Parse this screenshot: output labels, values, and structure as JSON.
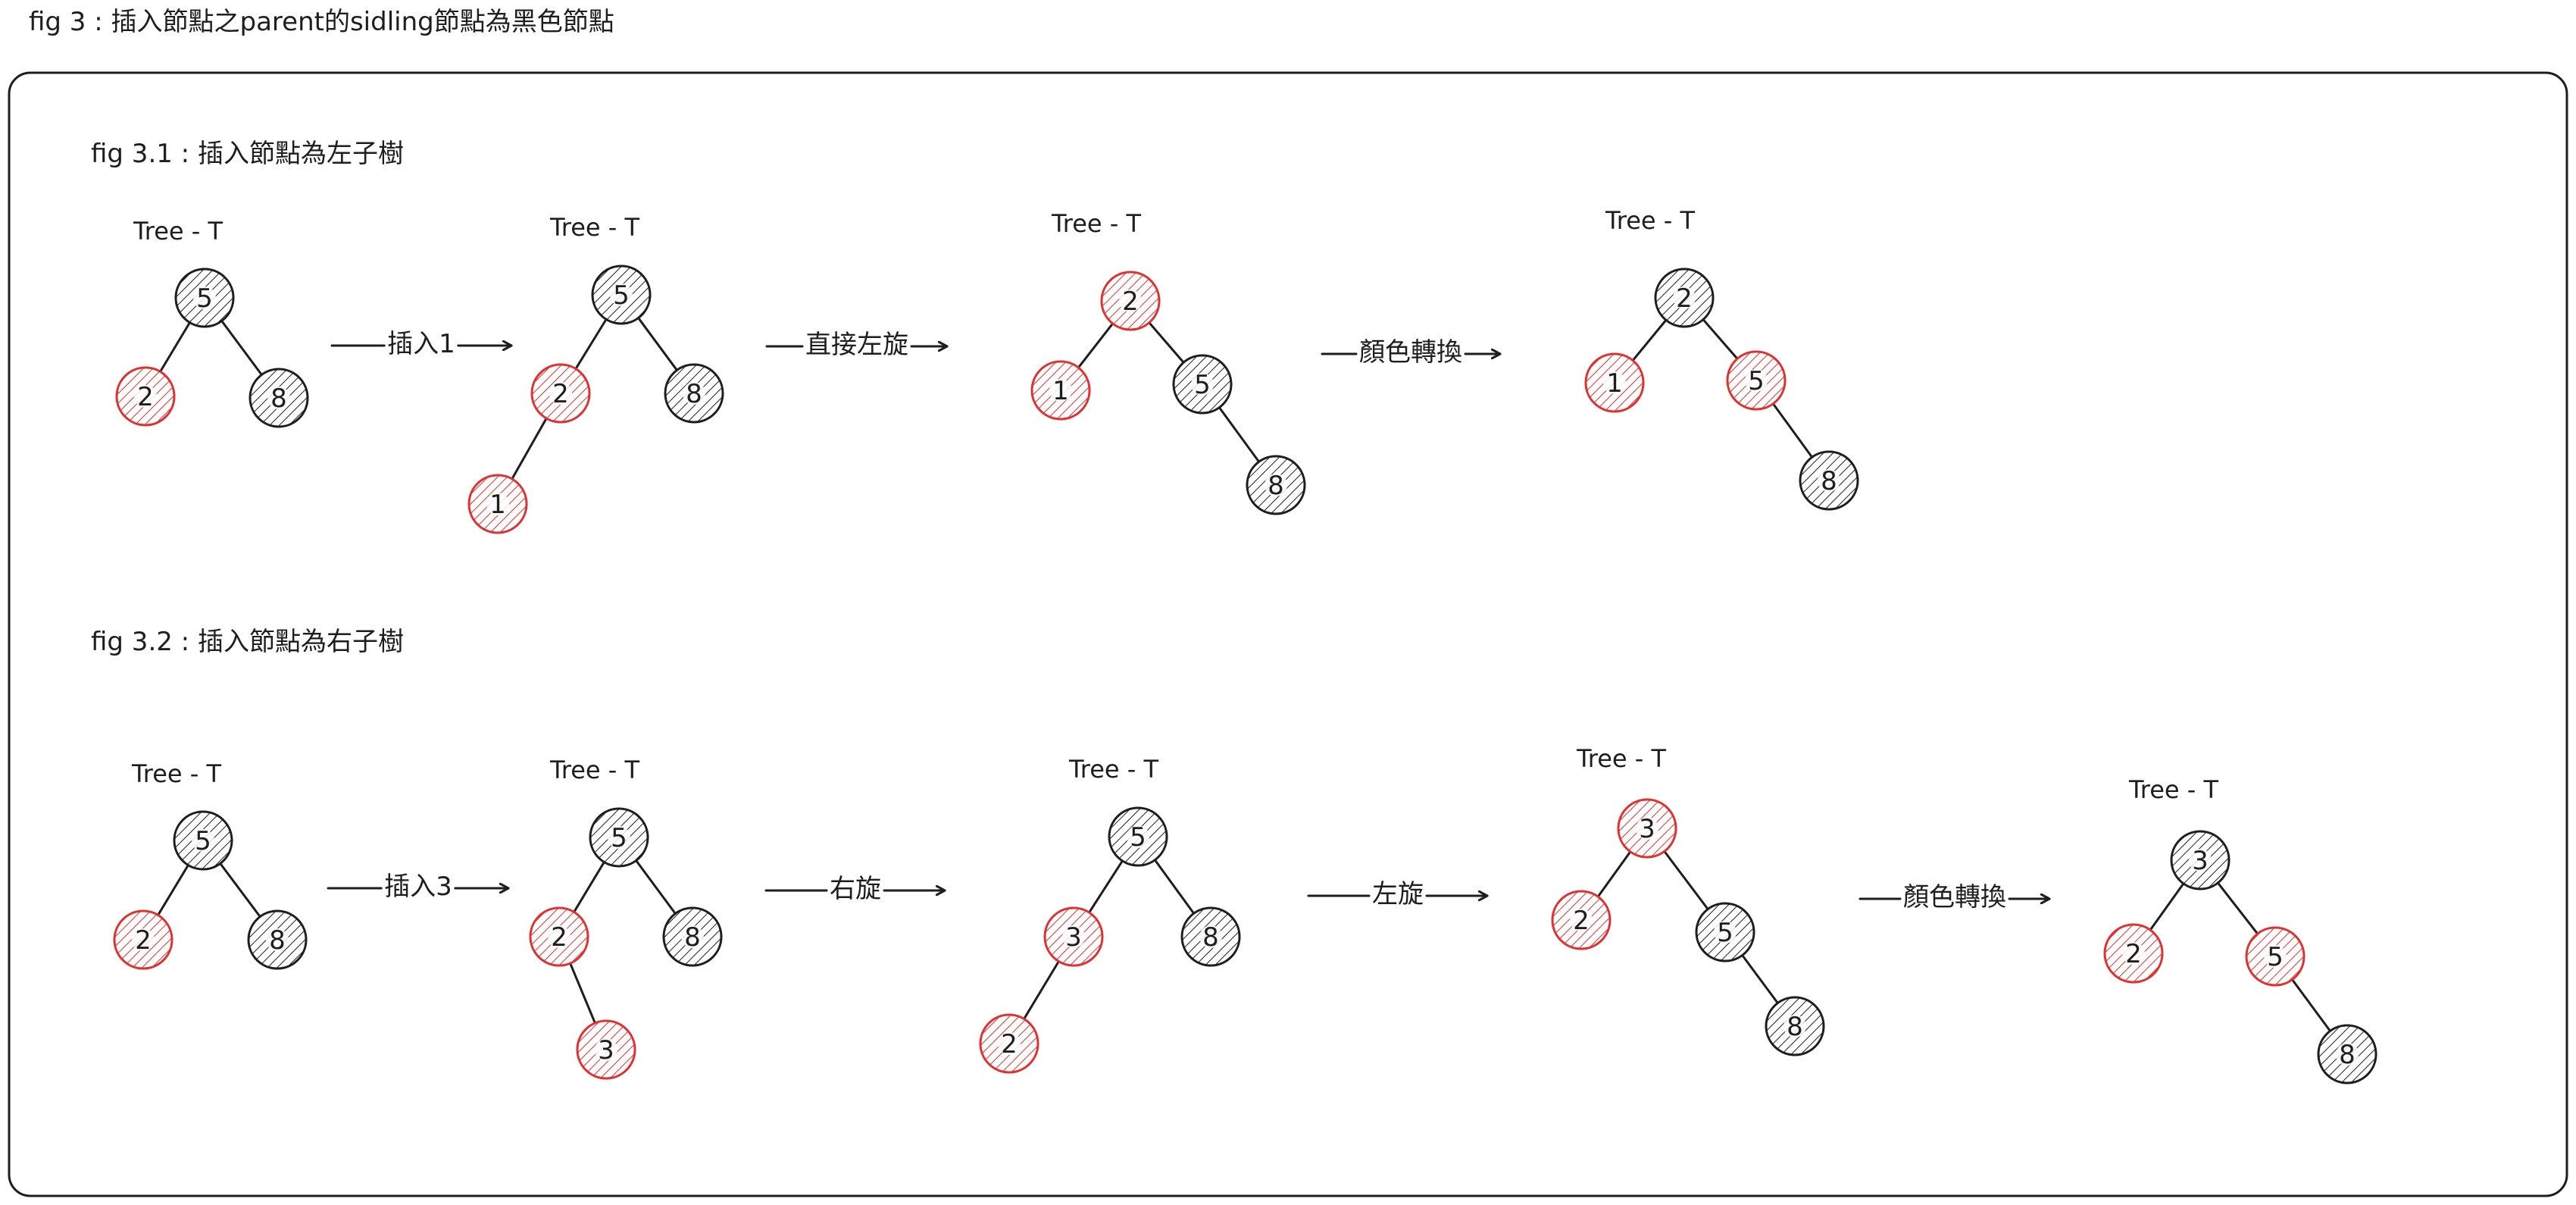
{
  "main_title": "fig 3 : 插入節點之parent的sidling節點為黑色節點",
  "colors": {
    "red": "#e03131",
    "black": "#1e1e1e",
    "background": "#ffffff"
  },
  "sections": [
    {
      "title": "fig 3.1 : 插入節點為左子樹",
      "stages": [
        {
          "tree_label": "Tree - T",
          "nodes": [
            {
              "value": "5",
              "color": "black"
            },
            {
              "value": "2",
              "color": "red"
            },
            {
              "value": "8",
              "color": "black"
            }
          ]
        },
        {
          "tree_label": "Tree - T",
          "nodes": [
            {
              "value": "5",
              "color": "black"
            },
            {
              "value": "2",
              "color": "red"
            },
            {
              "value": "8",
              "color": "black"
            },
            {
              "value": "1",
              "color": "red"
            }
          ]
        },
        {
          "tree_label": "Tree - T",
          "nodes": [
            {
              "value": "2",
              "color": "red"
            },
            {
              "value": "1",
              "color": "red"
            },
            {
              "value": "5",
              "color": "black"
            },
            {
              "value": "8",
              "color": "black"
            }
          ]
        },
        {
          "tree_label": "Tree - T",
          "nodes": [
            {
              "value": "2",
              "color": "black"
            },
            {
              "value": "1",
              "color": "red"
            },
            {
              "value": "5",
              "color": "red"
            },
            {
              "value": "8",
              "color": "black"
            }
          ]
        }
      ],
      "arrows": [
        "插入1",
        "直接左旋",
        "顏色轉換"
      ]
    },
    {
      "title": "fig 3.2 : 插入節點為右子樹",
      "stages": [
        {
          "tree_label": "Tree - T",
          "nodes": [
            {
              "value": "5",
              "color": "black"
            },
            {
              "value": "2",
              "color": "red"
            },
            {
              "value": "8",
              "color": "black"
            }
          ]
        },
        {
          "tree_label": "Tree - T",
          "nodes": [
            {
              "value": "5",
              "color": "black"
            },
            {
              "value": "2",
              "color": "red"
            },
            {
              "value": "8",
              "color": "black"
            },
            {
              "value": "3",
              "color": "red"
            }
          ]
        },
        {
          "tree_label": "Tree - T",
          "nodes": [
            {
              "value": "5",
              "color": "black"
            },
            {
              "value": "3",
              "color": "red"
            },
            {
              "value": "8",
              "color": "black"
            },
            {
              "value": "2",
              "color": "red"
            }
          ]
        },
        {
          "tree_label": "Tree - T",
          "nodes": [
            {
              "value": "3",
              "color": "red"
            },
            {
              "value": "2",
              "color": "red"
            },
            {
              "value": "5",
              "color": "black"
            },
            {
              "value": "8",
              "color": "black"
            }
          ]
        },
        {
          "tree_label": "Tree - T",
          "nodes": [
            {
              "value": "3",
              "color": "black"
            },
            {
              "value": "2",
              "color": "red"
            },
            {
              "value": "5",
              "color": "red"
            },
            {
              "value": "8",
              "color": "black"
            }
          ]
        }
      ],
      "arrows": [
        "插入3",
        "右旋",
        "左旋",
        "顏色轉換"
      ]
    }
  ]
}
